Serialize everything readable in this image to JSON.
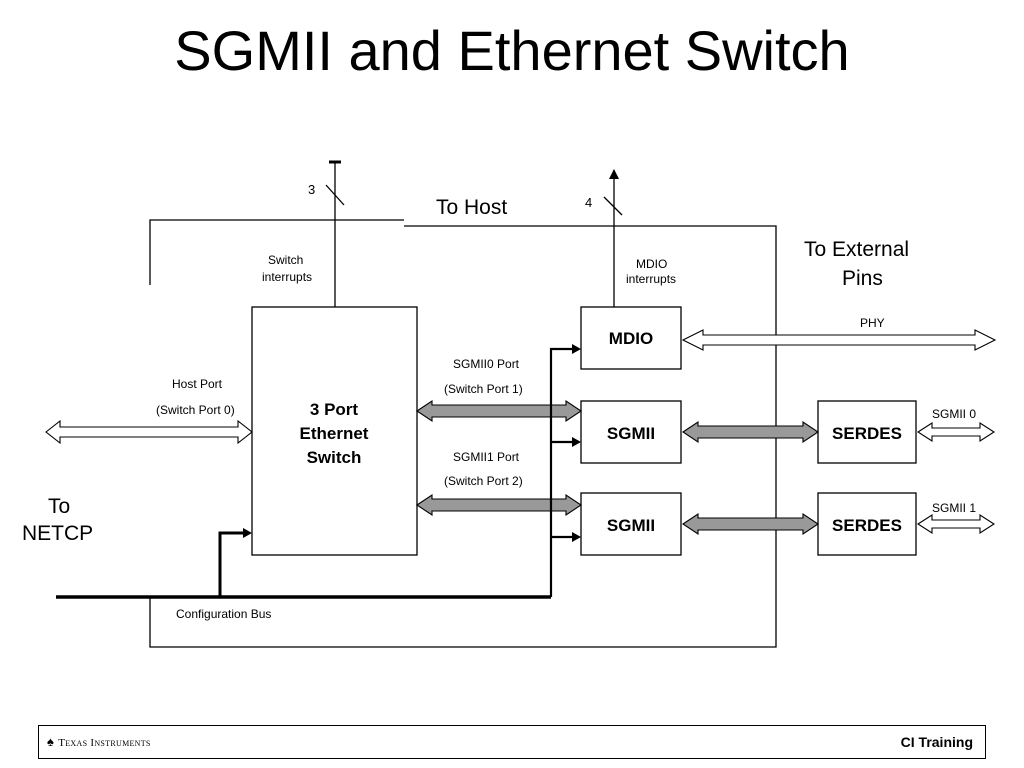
{
  "title": "SGMII and Ethernet Switch",
  "diagram": {
    "to_host": "To Host",
    "to_external_pins_line1": "To External",
    "to_external_pins_line2": "Pins",
    "to_netcp_line1": "To",
    "to_netcp_line2": "NETCP",
    "switch_interrupts_line1": "Switch",
    "switch_interrupts_line2": "interrupts",
    "mdio_interrupts_line1": "MDIO",
    "mdio_interrupts_line2": "interrupts",
    "bus_width_switch": "3",
    "bus_width_mdio": "4",
    "host_port_line1": "Host Port",
    "host_port_line2": "(Switch Port 0)",
    "switch_box_line1": "3 Port",
    "switch_box_line2": "Ethernet",
    "switch_box_line3": "Switch",
    "sgmii0_port_line1": "SGMII0 Port",
    "sgmii0_port_line2": "(Switch Port 1)",
    "sgmii1_port_line1": "SGMII1 Port",
    "sgmii1_port_line2": "(Switch Port 2)",
    "mdio_box": "MDIO",
    "sgmii_box_1": "SGMII",
    "sgmii_box_2": "SGMII",
    "serdes_box_1": "SERDES",
    "serdes_box_2": "SERDES",
    "phy_label": "PHY",
    "sgmii0_ext": "SGMII 0",
    "sgmii1_ext": "SGMII 1",
    "config_bus": "Configuration Bus"
  },
  "footer": {
    "logo_text": "Texas Instruments",
    "logo_icon": "ti-logo-icon",
    "training": "CI Training"
  }
}
